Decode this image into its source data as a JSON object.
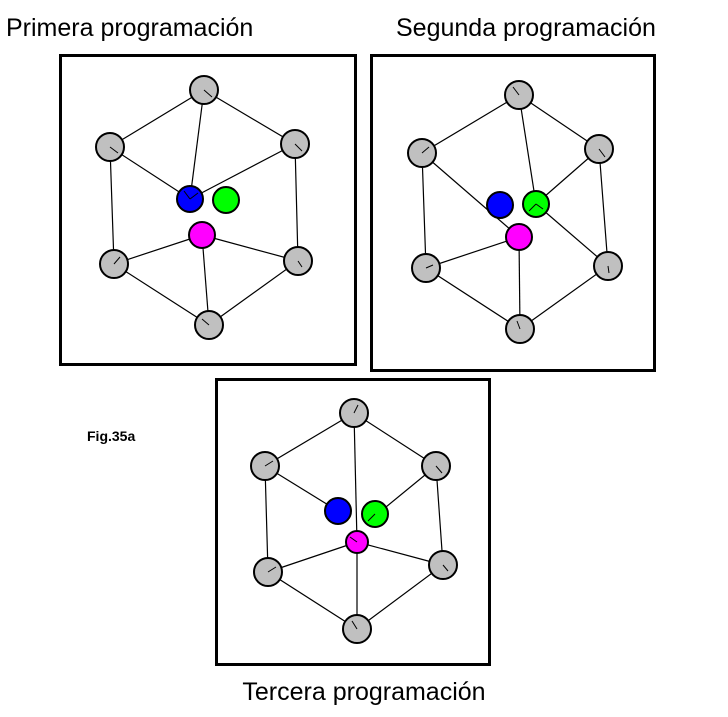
{
  "captions": {
    "first": "Primera programación",
    "second": "Segunda programación",
    "third": "Tercera programación"
  },
  "figure_label": "Fig.35a",
  "colors": {
    "gray_atom": "#c0c0c0",
    "blue_atom": "#0000ff",
    "green_atom": "#00ff00",
    "magenta_atom": "#ff00ff",
    "outline": "#000000"
  }
}
